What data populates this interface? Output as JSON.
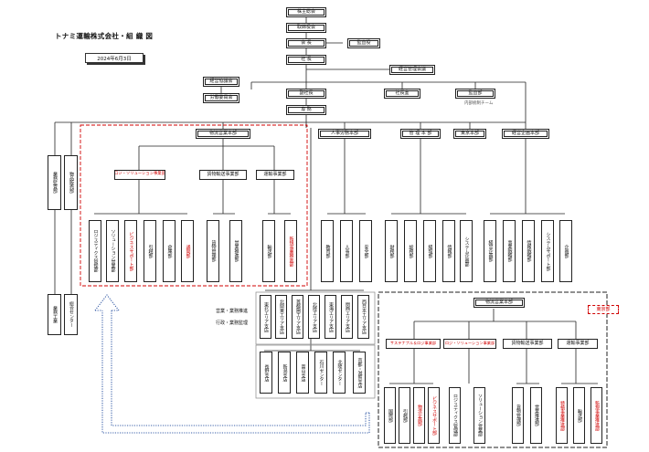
{
  "page": {
    "title": "トナミ運輸株式会社・組 織 図",
    "date": "2024年6月3日"
  },
  "top": {
    "shareholders": "株主総会",
    "board": "取締役会",
    "chairman": "会 長",
    "audit_office": "監査役",
    "president": "社 長",
    "mgmt_council": "経営管理会議",
    "mgmt_committee": "経営協議会",
    "safety_committee": "労働委員会",
    "vp": "副社長",
    "exec_office": "社長室",
    "audit_dept": "監査部",
    "audit_team": "内部統制チーム",
    "exec_managing": "専 務"
  },
  "divisions": [
    {
      "id": "logi",
      "label": "物流営業本部"
    },
    {
      "id": "hr",
      "label": "人事労務本部"
    },
    {
      "id": "admin",
      "label": "管 理 本 部"
    },
    {
      "id": "tokyo",
      "label": "東京本部"
    },
    {
      "id": "plan",
      "label": "経営企画本部"
    }
  ],
  "left_verticals": [
    "業務監査部",
    "物品販売部",
    "業務工業",
    "総合センター"
  ],
  "logi_sub": [
    "ロジ・ソリューション事業部",
    "貨物輸送事業部",
    "運輸事業部"
  ],
  "logi_units": [
    "ロジスティクス管理部",
    "ソリューション営業部",
    "ビジネスサポート部",
    "引越部",
    "倉庫部",
    "通関部",
    "貨物管理部",
    "営業推進部",
    "輸送部",
    "新規事業推進部"
  ],
  "hr_units": [
    "教育部",
    "人事部",
    "安全部"
  ],
  "admin_units": [
    "財務部",
    "総務部",
    "経理部",
    "情報部",
    "システム企画部"
  ],
  "plan_units": [
    "経営企画部",
    "事業戦略部",
    "情報戦略部",
    "システムサポート部",
    "企画部"
  ],
  "regional_labels": [
    "営業・業務推進",
    "行政・業務監理"
  ],
  "regions": [
    "東北エリア支店",
    "北関東エリア支店",
    "首都圏エリア支店",
    "北陸エリア支店",
    "東海エリア支店",
    "関西エリア支店",
    "西日本エリア支店"
  ],
  "branches": [
    "長野支店",
    "新潟支店",
    "富山支店",
    "石川センター",
    "北陸センター",
    "京都・滋賀支店"
  ],
  "right_panel": {
    "head": "物流営業本部",
    "tag": "東京部",
    "subs": [
      "サステナブル＆ロジ事業部",
      "ロジ・ソリューション事業部",
      "貨物輸送事業部",
      "運輸事業部"
    ],
    "units": [
      "国際部",
      "引越部",
      "物流企画部",
      "ビジネスサポート部",
      "ロジスティクス管理部",
      "ソリューション営業部",
      "貨物管理部",
      "営業推進部",
      "特積事業推進部",
      "輸送部",
      "新規事業推進部"
    ]
  }
}
